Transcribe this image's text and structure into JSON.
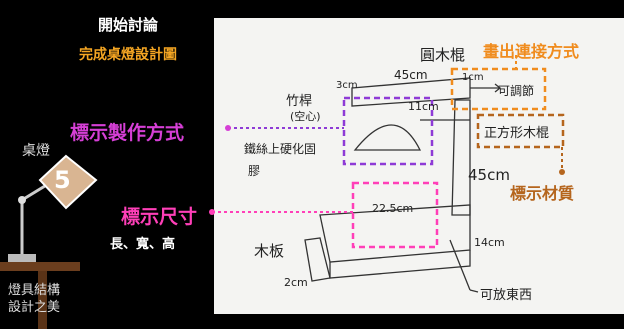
{
  "header": {
    "title": "開始討論",
    "subtitle": "完成桌燈設計圖"
  },
  "sidebar": {
    "lamp_label": "桌燈",
    "lamp_number": "5",
    "footer_line1": "燈具結構",
    "footer_line2": "設計之美"
  },
  "annotations": {
    "mark_method": "標示製作方式",
    "mark_size": "標示尺寸",
    "size_dims": "長、寬、高",
    "draw_connection": "畫出連接方式",
    "mark_material": "標示材質"
  },
  "sketch": {
    "round_stick": "圓木棍",
    "dim_45cm_top": "45cm",
    "dim_3cm": "3cm",
    "dim_1cm": "1cm",
    "adjustable": "可調節",
    "bamboo": "竹桿",
    "hollow": "(空心)",
    "dim_11cm": "11cm",
    "square_stick": "正方形木棍",
    "dim_45cm_side": "45cm",
    "wire_note_1": "鐵絲上硬化固",
    "wire_note_2": "膠",
    "dim_22_5cm": "22.5cm",
    "wood_board": "木板",
    "dim_14cm": "14cm",
    "dim_2cm": "2cm",
    "storage": "可放東西"
  },
  "colors": {
    "purple": "#8e3bd6",
    "pink": "#ff3fb8",
    "orange": "#f08c1e",
    "brown": "#b5651d"
  }
}
